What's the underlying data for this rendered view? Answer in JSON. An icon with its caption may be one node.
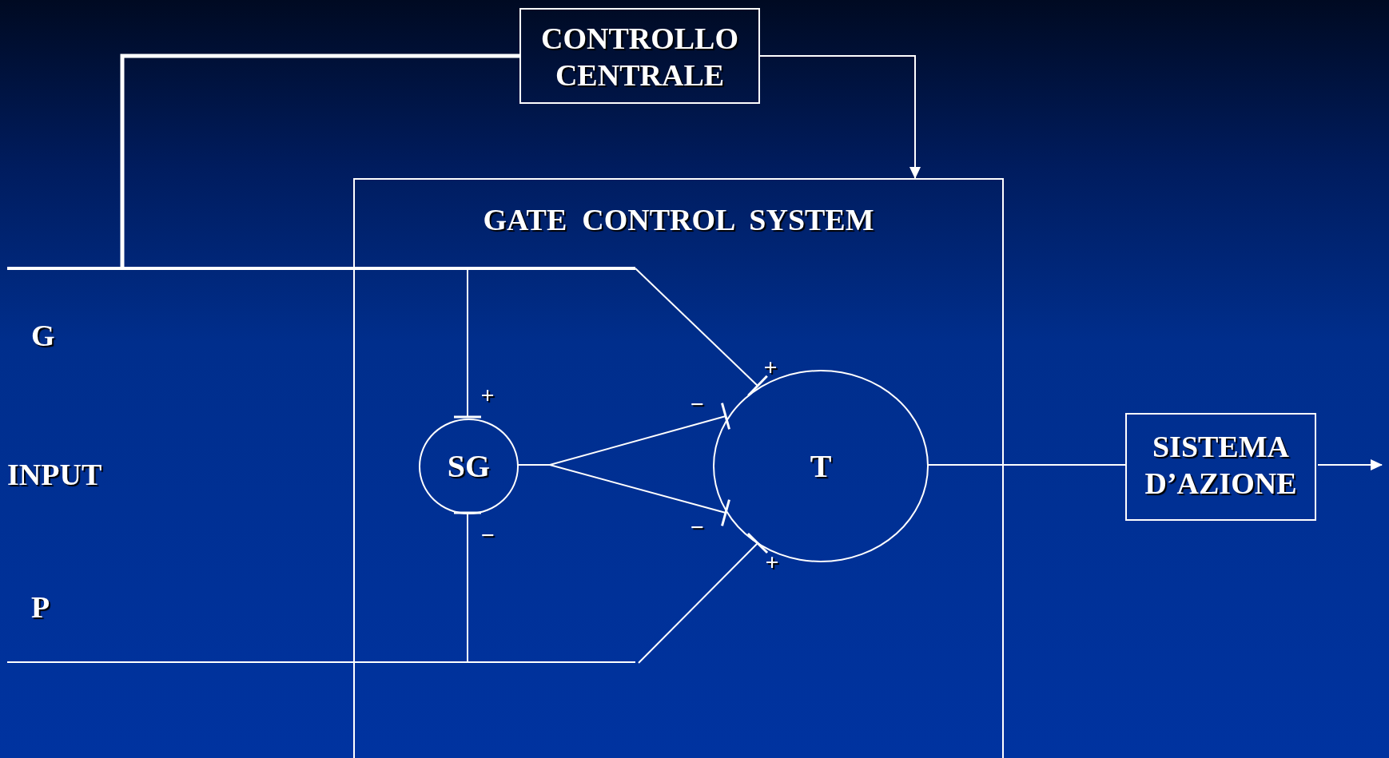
{
  "diagram": {
    "nodes": [
      {
        "text": [
          "CONTROLLO CENTRALE"
        ]
      },
      {
        "text": [
          "GATE  CONTROL  SYSTEM"
        ]
      },
      {
        "text": [
          "SG"
        ],
        "in": 1
      },
      {
        "text": [
          "T"
        ],
        "in": 1
      },
      {
        "text": [
          "SISTEMA D’AZIONE"
        ]
      },
      {
        "text": [
          "G"
        ]
      },
      {
        "text": [
          "P"
        ]
      }
    ],
    "edges": [
      {
        "from": 5,
        "to": 0,
        "arrow": "none",
        "style": "thick"
      },
      {
        "from": 0,
        "to": 1,
        "arrow": "to"
      },
      {
        "from": 5,
        "to": 2,
        "arrow": "other",
        "label": "+"
      },
      {
        "from": 5,
        "to": 3,
        "arrow": "other",
        "label": "+"
      },
      {
        "from": 2,
        "to": 3,
        "arrow": "other",
        "label": "−"
      },
      {
        "from": 2,
        "to": 3,
        "arrow": "other",
        "label": "−"
      },
      {
        "from": 6,
        "to": 2,
        "arrow": "other",
        "label": "−"
      },
      {
        "from": 6,
        "to": 3,
        "arrow": "other",
        "label": "+"
      },
      {
        "from": 3,
        "to": 4,
        "arrow": "none"
      },
      {
        "from": 4,
        "to": null,
        "arrow": "to"
      }
    ],
    "labels": [
      "INPUT"
    ]
  }
}
